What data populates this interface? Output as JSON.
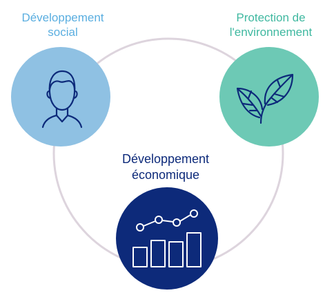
{
  "diagram": {
    "nodes": [
      {
        "id": "social",
        "label_lines": [
          "Développement",
          "social"
        ],
        "icon": "person-icon",
        "circle_color": "#8fc1e3",
        "text_color": "#5aaee0"
      },
      {
        "id": "environment",
        "label_lines": [
          "Protection de",
          "l'environnement"
        ],
        "icon": "leaves-icon",
        "circle_color": "#6dc9b5",
        "text_color": "#3fb8a0"
      },
      {
        "id": "economic",
        "label_lines": [
          "Développement",
          "économique"
        ],
        "icon": "growth-chart-icon",
        "circle_color": "#0d2a7a",
        "text_color": "#0d2a7a"
      }
    ],
    "ring_color": "#ddd4dd",
    "icon_stroke_color": "#0d2a7a",
    "economic_icon_stroke_color": "#ffffff"
  }
}
